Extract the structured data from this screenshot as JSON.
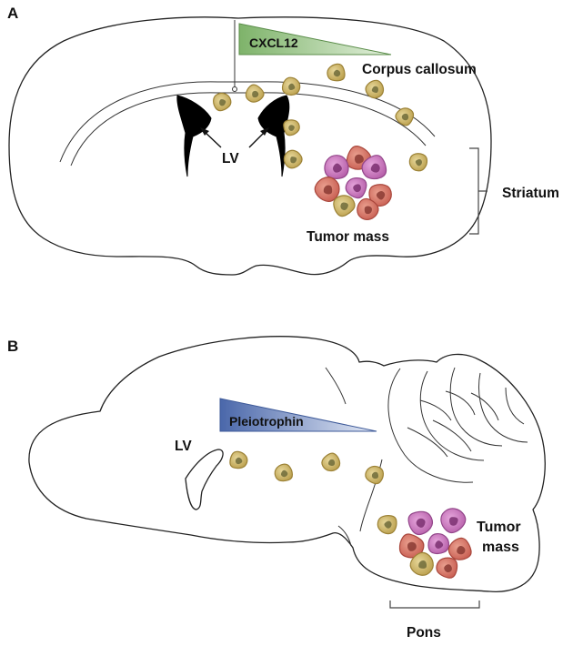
{
  "panel_a": {
    "letter": "A",
    "gradient_label": "CXCL12",
    "labels": {
      "corpus_callosum": "Corpus callosum",
      "lv": "LV",
      "striatum": "Striatum",
      "tumor_mass": "Tumor mass"
    }
  },
  "panel_b": {
    "letter": "B",
    "gradient_label": "Pleiotrophin",
    "labels": {
      "lv": "LV",
      "tumor_line1": "Tumor",
      "tumor_line2": "mass",
      "pons": "Pons"
    }
  },
  "colors": {
    "cxcl12_gradient": "#8fbf7a",
    "pleiotrophin_gradient": "#5a78b8",
    "migrating_cell": "#c9b35a",
    "tumor_cell_red": "#d86a5e",
    "tumor_cell_pink": "#c870b8",
    "ventricle": "#000000"
  }
}
